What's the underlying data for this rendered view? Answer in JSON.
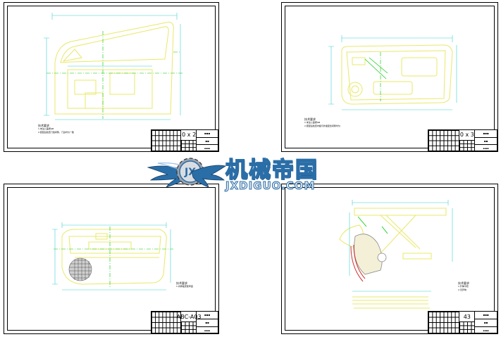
{
  "sheets": [
    {
      "id": "front-door-assembly",
      "drawing_no": "0 x 2",
      "note_title": "技术要求",
      "note_lines": [
        "1.未注公差按GB",
        "2.装配后检查门缝间隙，门边均匀一致"
      ]
    },
    {
      "id": "door-inner-panel",
      "drawing_no": "0 x 3",
      "note_title": "技术要求",
      "note_lines": [
        "1.未注公差按GB",
        "2.装配后检查内板与外板配合间隙均匀"
      ]
    },
    {
      "id": "door-trim-panel",
      "drawing_no": "ABC-A03",
      "note_title": "技术要求",
      "note_lines": [
        "1.内饰板安装牢固"
      ]
    },
    {
      "id": "window-regulator",
      "drawing_no": "43",
      "note_title": "技术要求",
      "note_lines": [
        "1.升降平稳",
        "2.无异响"
      ]
    }
  ],
  "watermark": {
    "title": "机械帝国",
    "subtitle": "JXDIGUO.COM",
    "emblem_text": "JX"
  },
  "colors": {
    "outline": "#e8e86a",
    "dimension": "#3fd0d0",
    "centerline": "#00c800",
    "accent": "#d03030",
    "frame": "#000000",
    "logo_blue": "#2a6ea8"
  }
}
